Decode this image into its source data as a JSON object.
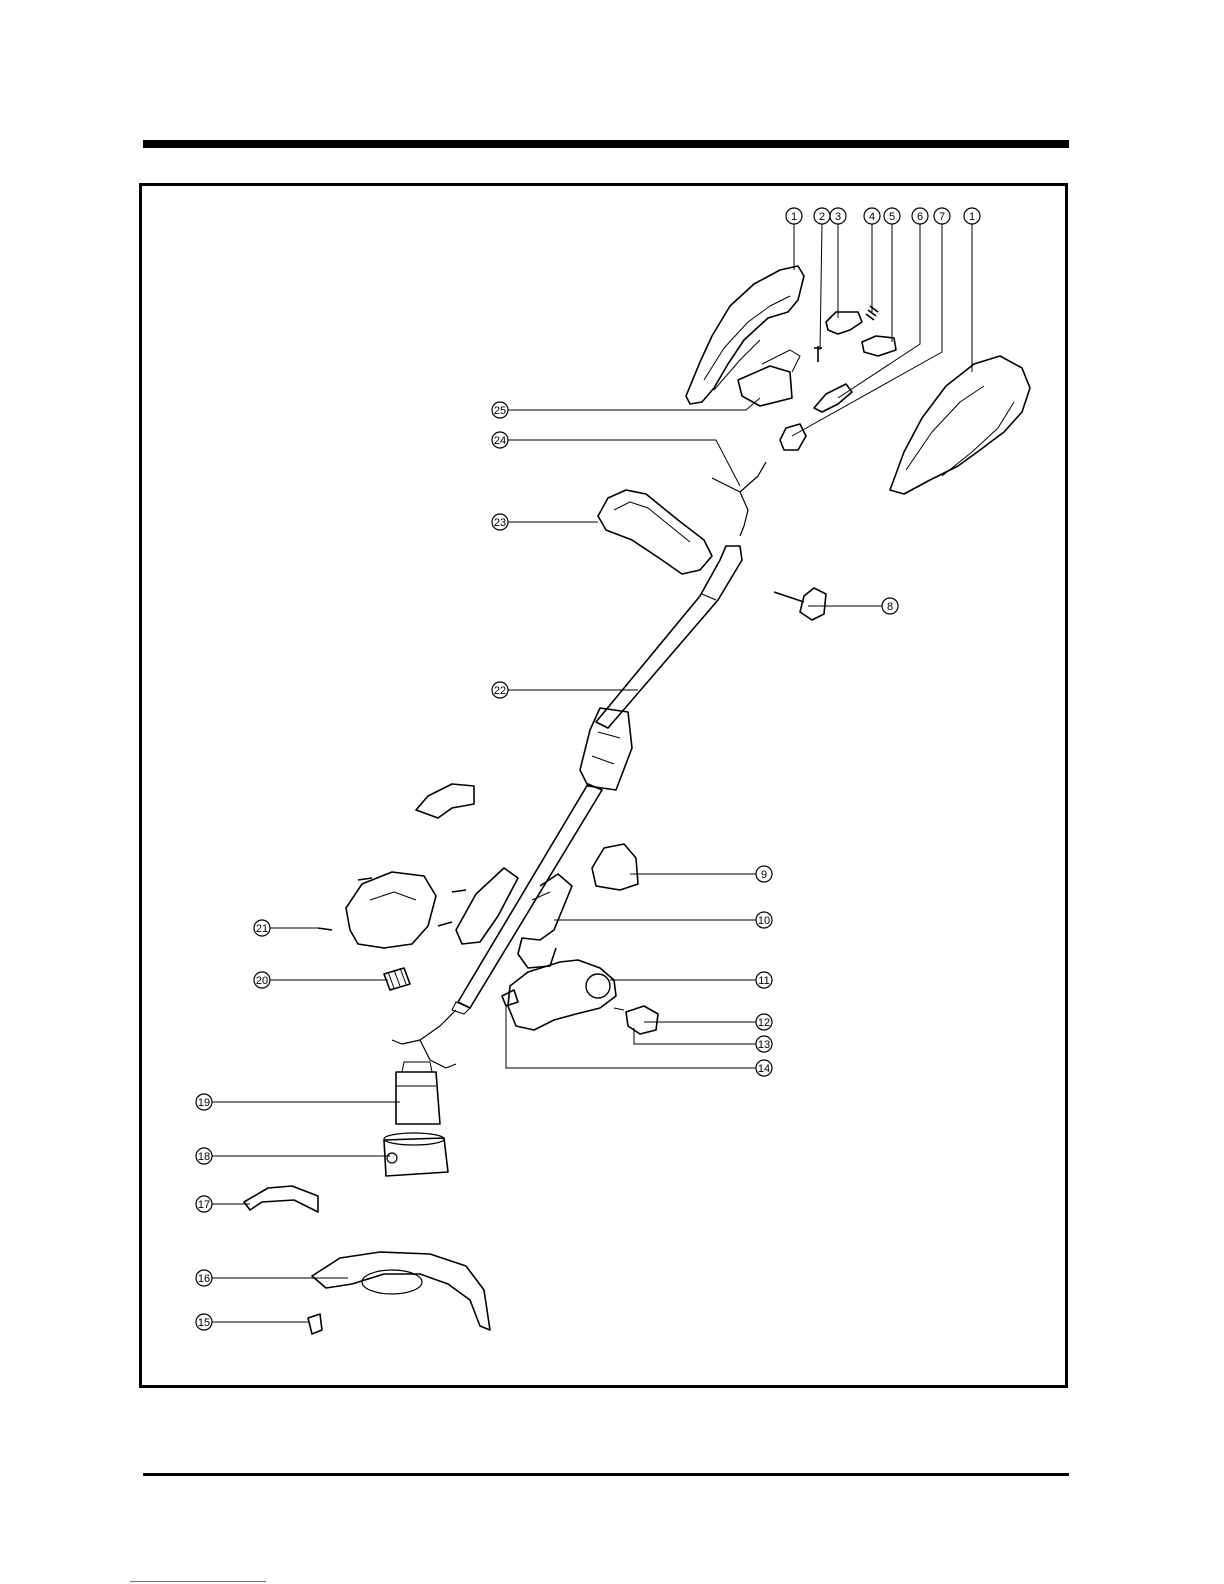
{
  "diagram": {
    "callouts": [
      {
        "id": "c1a",
        "label": "1"
      },
      {
        "id": "c2",
        "label": "2"
      },
      {
        "id": "c3",
        "label": "3"
      },
      {
        "id": "c4",
        "label": "4"
      },
      {
        "id": "c5",
        "label": "5"
      },
      {
        "id": "c6",
        "label": "6"
      },
      {
        "id": "c7",
        "label": "7"
      },
      {
        "id": "c1b",
        "label": "1"
      },
      {
        "id": "c8",
        "label": "8"
      },
      {
        "id": "c9",
        "label": "9"
      },
      {
        "id": "c10",
        "label": "10"
      },
      {
        "id": "c11",
        "label": "11"
      },
      {
        "id": "c12",
        "label": "12"
      },
      {
        "id": "c13",
        "label": "13"
      },
      {
        "id": "c14",
        "label": "14"
      },
      {
        "id": "c15",
        "label": "15"
      },
      {
        "id": "c16",
        "label": "16"
      },
      {
        "id": "c17",
        "label": "17"
      },
      {
        "id": "c18",
        "label": "18"
      },
      {
        "id": "c19",
        "label": "19"
      },
      {
        "id": "c20",
        "label": "20"
      },
      {
        "id": "c21",
        "label": "21"
      },
      {
        "id": "c22",
        "label": "22"
      },
      {
        "id": "c23",
        "label": "23"
      },
      {
        "id": "c24",
        "label": "24"
      },
      {
        "id": "c25",
        "label": "25"
      }
    ]
  }
}
